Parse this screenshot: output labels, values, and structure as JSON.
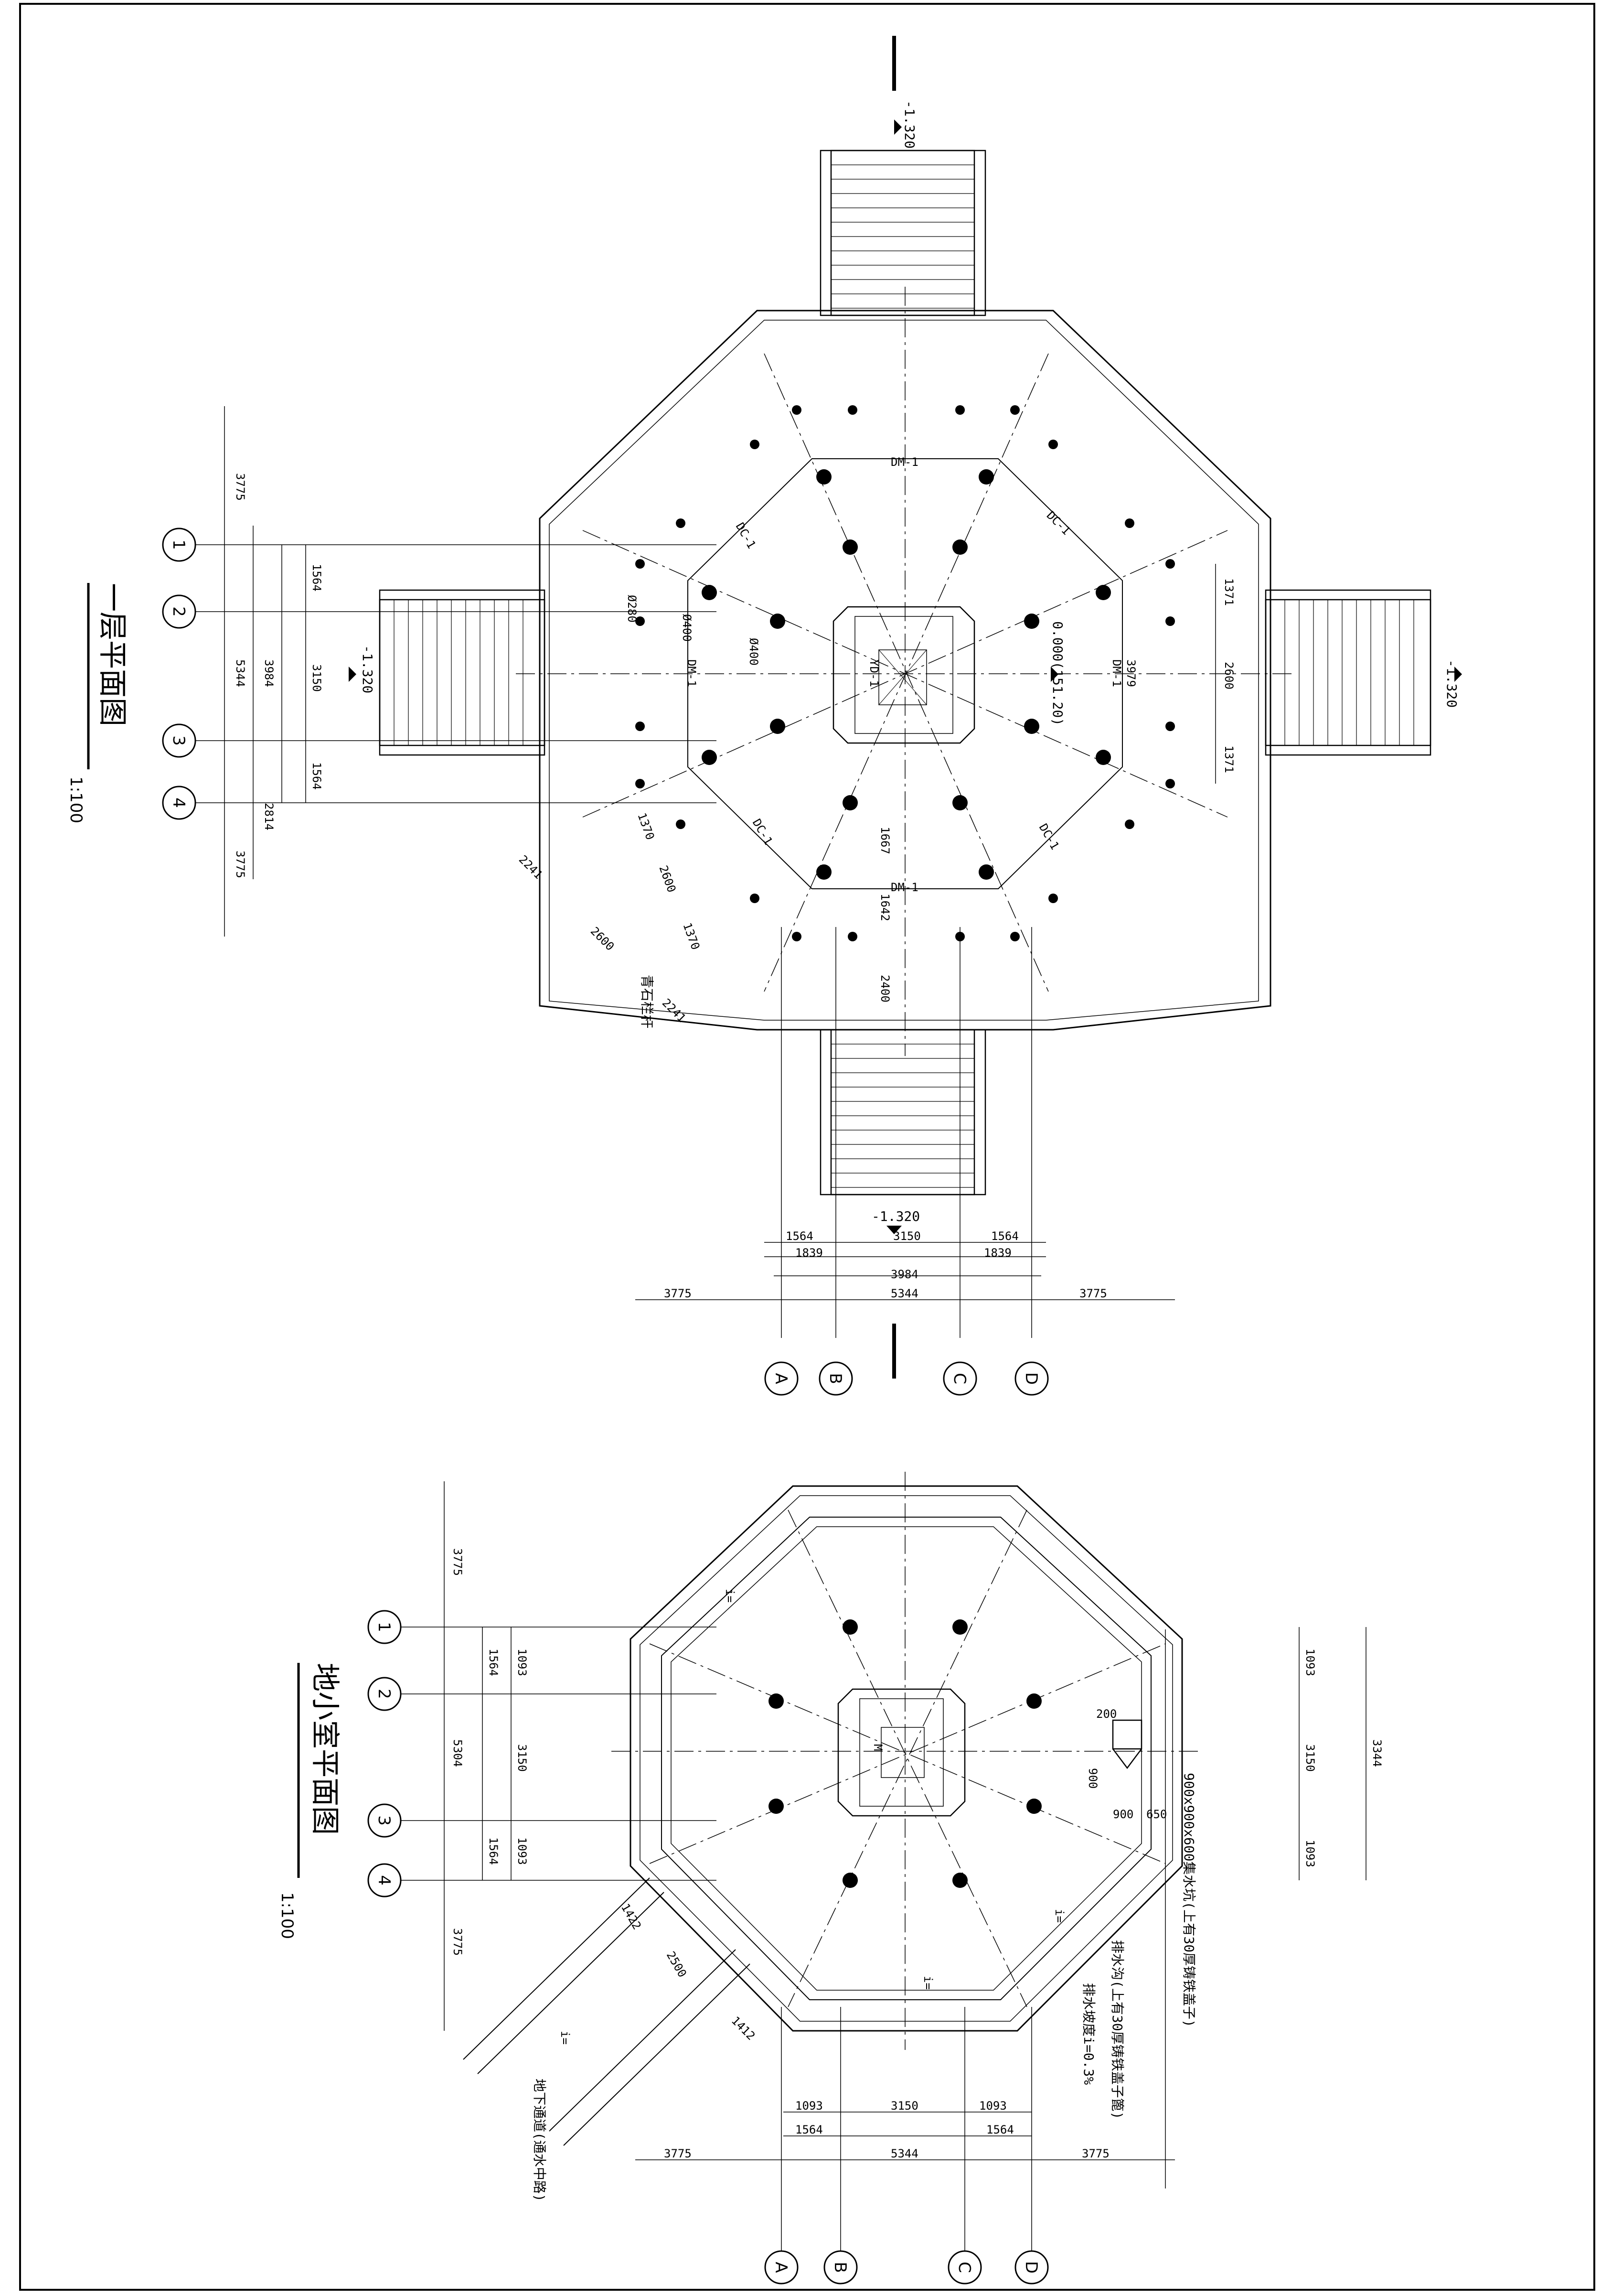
{
  "plan1": {
    "title": "一层平面图",
    "scale": "1:100",
    "grid_rows": [
      "1",
      "2",
      "3",
      "4"
    ],
    "grid_cols": [
      "A",
      "B",
      "C",
      "D"
    ],
    "levels": {
      "stair": "-1.320",
      "center": "0.000(151.20)"
    },
    "labels": {
      "dm": "DM-1",
      "dc": "DC-1",
      "yd": "YD-1",
      "d280": "Ø280",
      "d400": "Ø400",
      "railing": "青石栏杆"
    },
    "dims_bottom": {
      "row1": [
        "1564",
        "3150",
        "1564"
      ],
      "row2": [
        "1839",
        "1839"
      ],
      "row3": [
        "3984"
      ],
      "row4": [
        "3775",
        "5344",
        "3775"
      ]
    },
    "dims_left": {
      "overall": [
        "3775",
        "5344",
        "3775"
      ],
      "inner": [
        "1564",
        "3150",
        "1564"
      ],
      "mid": [
        "3984",
        "2814"
      ]
    },
    "dims_right": [
      "1371",
      "2600",
      "1371",
      "3979"
    ],
    "dims_inside": [
      "1370",
      "2600",
      "1370",
      "1667",
      "1642",
      "2400"
    ],
    "dims_diag": [
      "2241",
      "2600",
      "2241"
    ]
  },
  "plan2": {
    "title": "地小室平面图",
    "scale": "1:100",
    "grid_rows": [
      "1",
      "2",
      "3",
      "4"
    ],
    "grid_cols": [
      "A",
      "B",
      "C",
      "D"
    ],
    "dims_left": {
      "overall": [
        "3775",
        "5304",
        "3775"
      ],
      "inner": [
        "1564",
        "3150",
        "1564"
      ],
      "mid": [
        "1093",
        "1093"
      ]
    },
    "dims_right": [
      "1093",
      "3150",
      "1093",
      "3344"
    ],
    "dims_bottom": {
      "row1": [
        "1093",
        "3150",
        "1093"
      ],
      "row2": [
        "1564",
        "1564"
      ],
      "row3": [
        "3775",
        "5344",
        "3775"
      ]
    },
    "dims_pit": [
      "200",
      "900",
      "900",
      "650"
    ],
    "dims_tunnel": [
      "1422",
      "2500",
      "1412"
    ],
    "labels": {
      "sump": "900x900x600集水坑(上有30厚铸铁盖子)",
      "drain": "排水沟(上有30厚铸铁盖子篦)",
      "slope": "排水坡度i=0.3%",
      "tunnel": "地下通道(通水中路)",
      "i": "i=",
      "mark": "M"
    }
  }
}
